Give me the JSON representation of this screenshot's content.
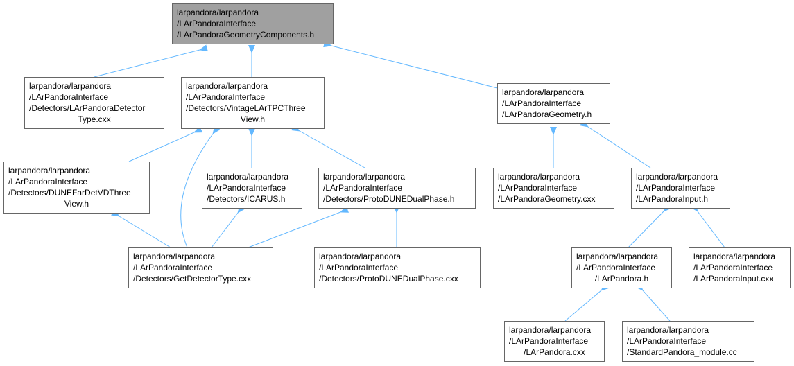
{
  "graph": {
    "edge_color": "#63b8ff",
    "node_border_color": "#666666",
    "root_fill_color": "#a0a0a0",
    "nodes": [
      {
        "id": "root",
        "lines": [
          "larpandora/larpandora",
          "/LArPandoraInterface",
          "/LArPandoraGeometryComponents.h"
        ]
      },
      {
        "id": "detector-type-cxx",
        "lines": [
          "larpandora/larpandora",
          "/LArPandoraInterface",
          "/Detectors/LArPandoraDetector",
          "Type.cxx"
        ]
      },
      {
        "id": "vintage-three-view-h",
        "lines": [
          "larpandora/larpandora",
          "/LArPandoraInterface",
          "/Detectors/VintageLArTPCThree",
          "View.h"
        ]
      },
      {
        "id": "geometry-h",
        "lines": [
          "larpandora/larpandora",
          "/LArPandoraInterface",
          "/LArPandoraGeometry.h"
        ]
      },
      {
        "id": "dune-fd-vd-three-view-h",
        "lines": [
          "larpandora/larpandora",
          "/LArPandoraInterface",
          "/Detectors/DUNEFarDetVDThree",
          "View.h"
        ]
      },
      {
        "id": "icarus-h",
        "lines": [
          "larpandora/larpandora",
          "/LArPandoraInterface",
          "/Detectors/ICARUS.h"
        ]
      },
      {
        "id": "protodune-dual-phase-h",
        "lines": [
          "larpandora/larpandora",
          "/LArPandoraInterface",
          "/Detectors/ProtoDUNEDualPhase.h"
        ]
      },
      {
        "id": "geometry-cxx",
        "lines": [
          "larpandora/larpandora",
          "/LArPandoraInterface",
          "/LArPandoraGeometry.cxx"
        ]
      },
      {
        "id": "input-h",
        "lines": [
          "larpandora/larpandora",
          "/LArPandoraInterface",
          "/LArPandoraInput.h"
        ]
      },
      {
        "id": "get-detector-type-cxx",
        "lines": [
          "larpandora/larpandora",
          "/LArPandoraInterface",
          "/Detectors/GetDetectorType.cxx"
        ]
      },
      {
        "id": "protodune-dual-phase-cxx",
        "lines": [
          "larpandora/larpandora",
          "/LArPandoraInterface",
          "/Detectors/ProtoDUNEDualPhase.cxx"
        ]
      },
      {
        "id": "larpandora-h",
        "lines": [
          "larpandora/larpandora",
          "/LArPandoraInterface",
          "/LArPandora.h"
        ]
      },
      {
        "id": "input-cxx",
        "lines": [
          "larpandora/larpandora",
          "/LArPandoraInterface",
          "/LArPandoraInput.cxx"
        ]
      },
      {
        "id": "larpandora-cxx",
        "lines": [
          "larpandora/larpandora",
          "/LArPandoraInterface",
          "/LArPandora.cxx"
        ]
      },
      {
        "id": "standard-pandora-module-cc",
        "lines": [
          "larpandora/larpandora",
          "/LArPandoraInterface",
          "/StandardPandora_module.cc"
        ]
      }
    ]
  }
}
